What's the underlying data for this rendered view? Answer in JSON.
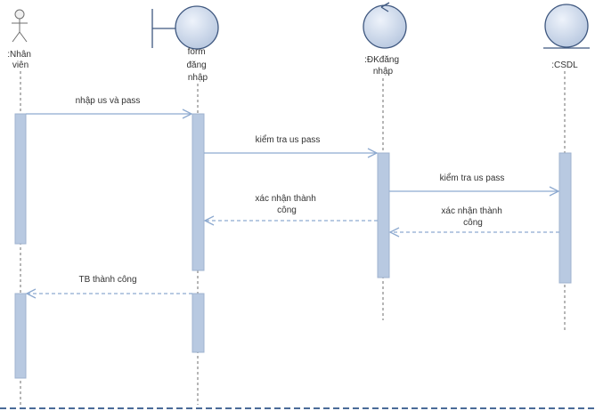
{
  "participants": {
    "actor": {
      "lines": [
        ":Nhân",
        "viên"
      ]
    },
    "boundary": {
      "lines": [
        "form",
        "đăng",
        "nhập"
      ]
    },
    "control": {
      "lines": [
        ":ĐKđăng",
        "nhập"
      ]
    },
    "entity": {
      "lines": [
        ":CSDL"
      ]
    }
  },
  "messages": [
    {
      "lines": [
        "nhập us và pass"
      ]
    },
    {
      "lines": [
        "kiểm tra us pass"
      ]
    },
    {
      "lines": [
        "kiểm tra us pass"
      ]
    },
    {
      "lines": [
        "xác nhận thành",
        "công"
      ]
    },
    {
      "lines": [
        "xác nhận thành",
        "công"
      ]
    },
    {
      "lines": [
        "TB thành công"
      ]
    }
  ],
  "colors": {
    "activation": "#b8c9e1",
    "arrow": "#8eaad0",
    "lifeline": "#6c6c6c",
    "bottom_frame": "#4a6b98"
  }
}
